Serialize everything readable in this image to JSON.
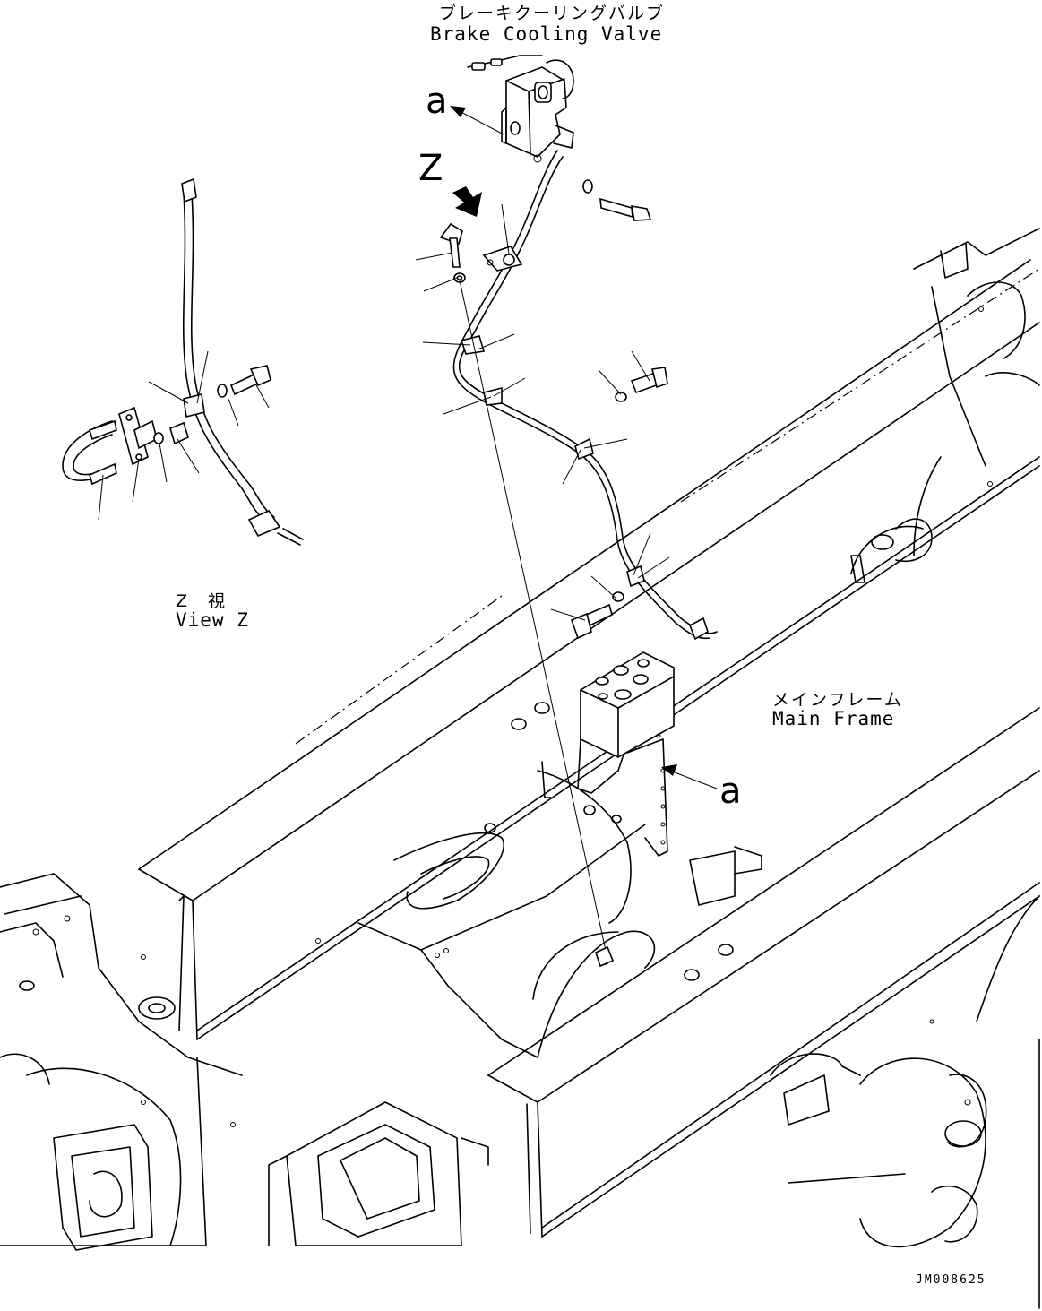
{
  "labels": {
    "valve_jp": "ブレーキクーリングバルブ",
    "valve_en": "Brake Cooling Valve",
    "view_z_letter": "Z",
    "view_jp": "Z　視",
    "view_en": "View Z",
    "frame_jp": "メインフレーム",
    "frame_en": "Main Frame",
    "ref_a_top": "a",
    "ref_a_bottom": "a",
    "drawing_no": "JM008625"
  },
  "icons": {
    "view_arrow": "view-direction-arrow-icon",
    "ref_arrow": "reference-arrow-icon"
  }
}
